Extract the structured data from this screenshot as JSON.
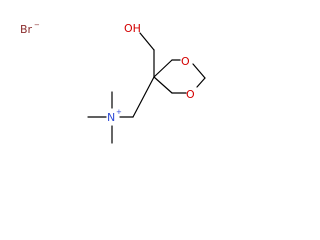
{
  "molecule": {
    "bromide_symbol": "Br",
    "bromide_charge": "−",
    "hydroxyl_label": "OH",
    "ring_oxygen_1": "O",
    "ring_oxygen_2": "O",
    "nitrogen_symbol": "N",
    "nitrogen_charge": "+"
  },
  "colors": {
    "bromide": "#8b2f2f",
    "oxygen": "#d40000",
    "nitrogen": "#2f4bd6",
    "bond": "#000000"
  }
}
